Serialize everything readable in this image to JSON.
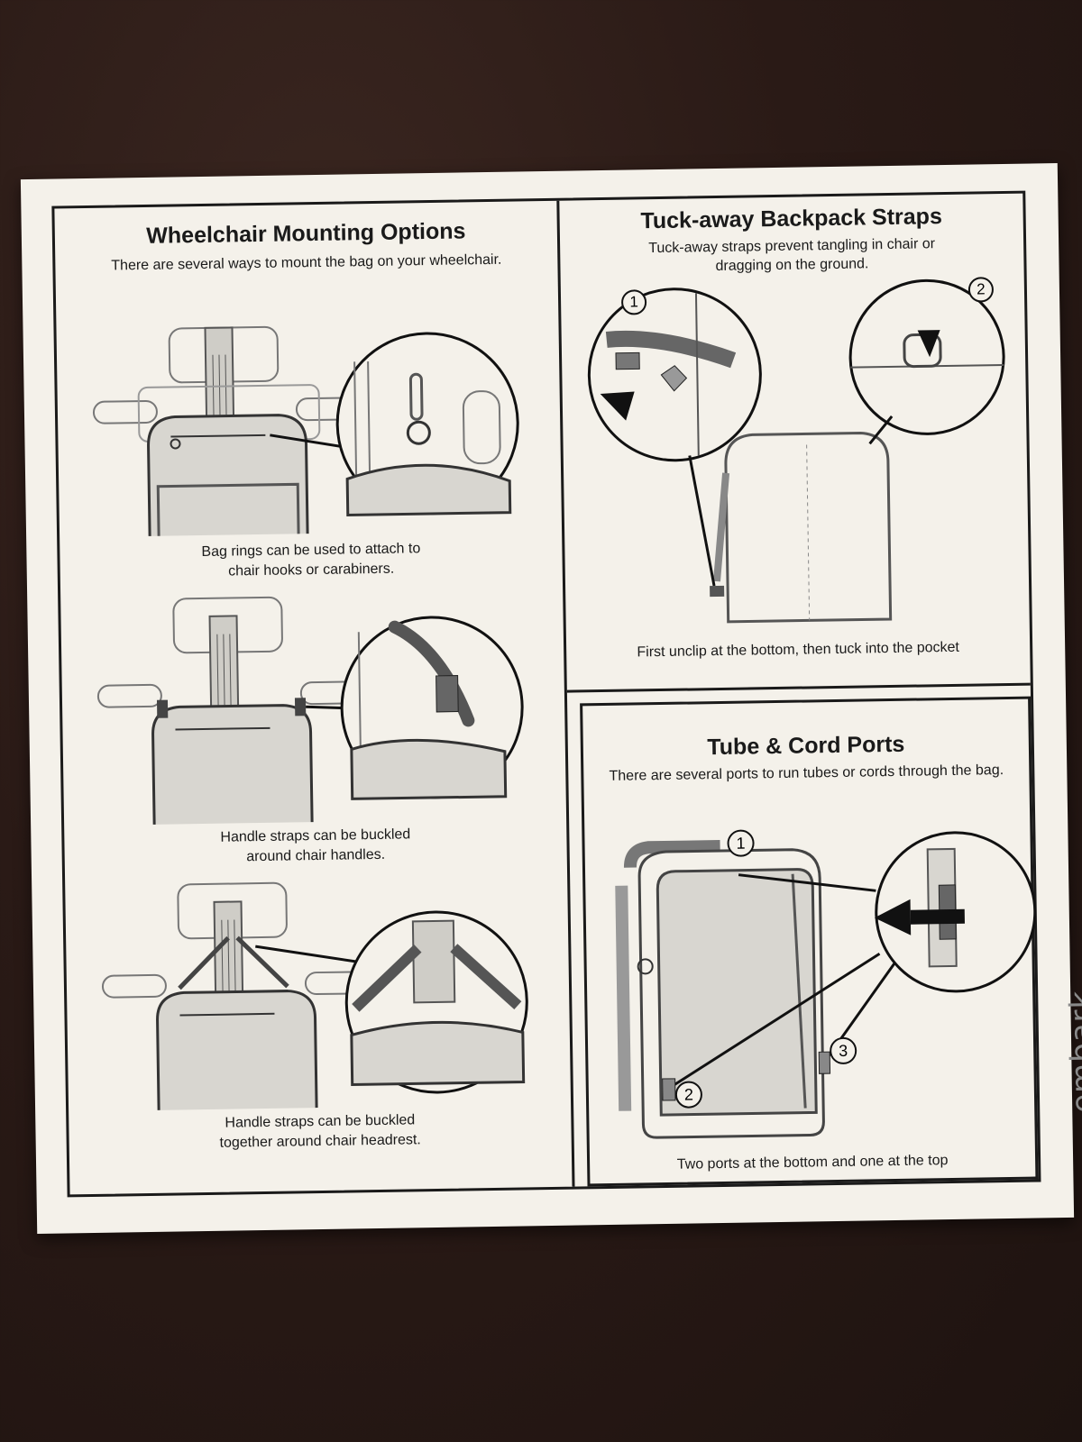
{
  "left": {
    "title": "Wheelchair Mounting Options",
    "subtitle": "There are several ways to mount the bag on your wheelchair.",
    "captions": [
      [
        "Bag rings can be used to attach to",
        "chair hooks or carabiners."
      ],
      [
        "Handle straps can be buckled",
        "around chair handles."
      ],
      [
        "Handle straps can be buckled",
        "together around chair headrest."
      ]
    ]
  },
  "top_right": {
    "title": "Tuck-away Backpack Straps",
    "subtitle_lines": [
      "Tuck-away straps prevent tangling in chair or",
      "dragging on the ground."
    ],
    "step1": "1",
    "step2": "2",
    "caption": "First unclip at the bottom, then tuck into the pocket"
  },
  "bottom_right": {
    "title": "Tube & Cord Ports",
    "subtitle": "There are several ports to run tubes or cords through the bag.",
    "port1": "1",
    "port2": "2",
    "port3": "3",
    "caption": "Two ports at the bottom and one at the top"
  },
  "brand": "embark",
  "colors": {
    "paper": "#f4f1ea",
    "ink": "#1a1a1a",
    "illustration_fill": "#d8d6d0",
    "background": "#2a1a16"
  }
}
